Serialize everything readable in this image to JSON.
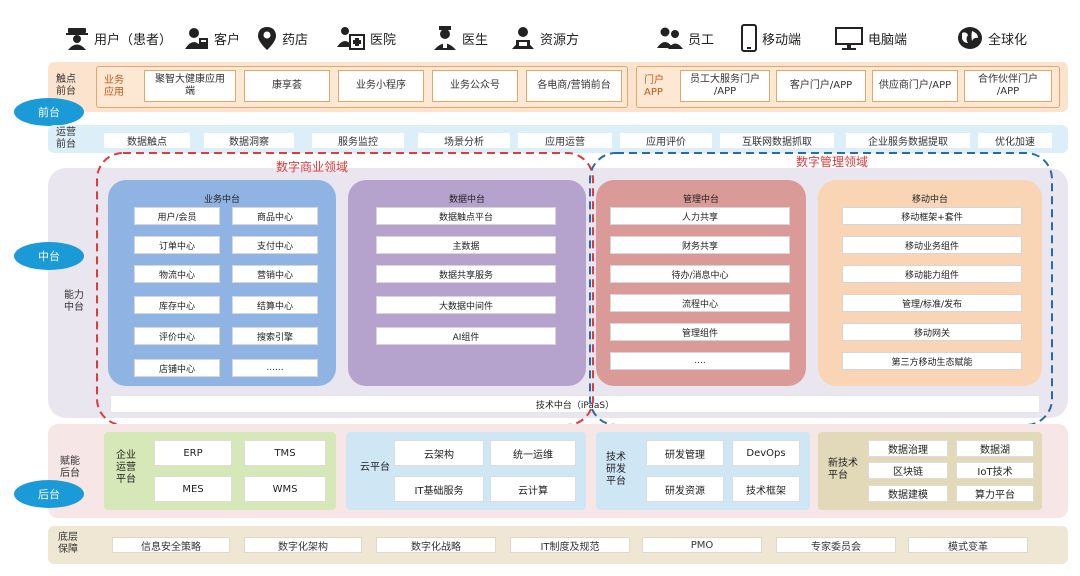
{
  "users": [
    {
      "icon": "customer-patient-icon",
      "label": "用户（患者）"
    },
    {
      "icon": "client-icon",
      "label": "客户"
    },
    {
      "icon": "pharmacy-location-icon",
      "label": "药店"
    },
    {
      "icon": "hospital-icon",
      "label": "医院"
    },
    {
      "icon": "doctor-icon",
      "label": "医生"
    },
    {
      "icon": "resource-provider-icon",
      "label": "资源方"
    },
    {
      "icon": "employee-icon",
      "label": "员工"
    },
    {
      "icon": "mobile-device-icon",
      "label": "移动端"
    },
    {
      "icon": "desktop-monitor-icon",
      "label": "电脑端"
    },
    {
      "icon": "globe-icon",
      "label": "全球化"
    }
  ],
  "touchpoint": {
    "label": "触点\n前台",
    "business_label": "业务\n应用",
    "business_apps": [
      "聚智大健康应用\n端",
      "康享荟",
      "业务小程序",
      "业务公众号",
      "各电商/营销前台"
    ],
    "portal_label": "门户\nAPP",
    "portal_apps": [
      "员工大服务门户\n/APP",
      "客户门户/APP",
      "供应商门户/APP",
      "合作伙伴门户\n/APP"
    ]
  },
  "ovals": {
    "front": "前台",
    "middle": "中台",
    "back": "后台"
  },
  "operations": {
    "label": "运营\n前台",
    "items": [
      "数据触点",
      "数据洞察",
      "服务监控",
      "场景分析",
      "应用运营",
      "应用评价",
      "互联网数据抓取",
      "企业服务数据提取",
      "优化加速"
    ]
  },
  "capability_label": "能力\n中台",
  "domains": {
    "business": "数字商业领域",
    "management": "数字管理领域"
  },
  "business_center": {
    "title": "业务中台",
    "left": [
      "用户/会员",
      "订单中心",
      "物流中心",
      "库存中心",
      "评价中心",
      "店铺中心"
    ],
    "right": [
      "商品中心",
      "支付中心",
      "营销中心",
      "结算中心",
      "搜索引擎",
      "......"
    ]
  },
  "data_center": {
    "title": "数据中台",
    "items": [
      "数据触点平台",
      "主数据",
      "数据共享服务",
      "大数据中间件",
      "AI组件"
    ]
  },
  "management_center": {
    "title": "管理中台",
    "items": [
      "人力共享",
      "财务共享",
      "待办/消息中心",
      "流程中心",
      "管理组件",
      "...."
    ]
  },
  "mobile_center": {
    "title": "移动中台",
    "items": [
      "移动框架+套件",
      "移动业务组件",
      "移动能力组件",
      "管理/标准/发布",
      "移动网关",
      "第三方移动生态赋能"
    ]
  },
  "tech_center": "技术中台（iPaaS）",
  "backend": {
    "label": "赋能\n后台",
    "enterprise": {
      "label": "企业\n运营\n平台",
      "items": [
        "ERP",
        "TMS",
        "MES",
        "WMS"
      ]
    },
    "cloud": {
      "label": "云平台",
      "items": [
        "云架构",
        "统一运维",
        "IT基础服务",
        "云计算"
      ]
    },
    "rnd": {
      "label": "技术\n研发\n平台",
      "items": [
        "研发管理",
        "DevOps",
        "研发资源",
        "技术框架"
      ]
    },
    "newtech": {
      "label": "新技术\n平台",
      "items": [
        "数据治理",
        "数据湖",
        "区块链",
        "IoT技术",
        "数据建模",
        "算力平台"
      ]
    }
  },
  "foundation": {
    "label": "底层\n保障",
    "items": [
      "信息安全策略",
      "数字化架构",
      "数字化战略",
      "IT制度及规范",
      "PMO",
      "专家委员会",
      "模式变革"
    ]
  },
  "colors": {
    "touch_band": "#fbe3cd",
    "ops_band": "#dceef8",
    "middle_band": "#e9e6f0",
    "back_band": "#f7e6e6",
    "foundation_band": "#efe7d3",
    "business_panel": "#8fb4e3",
    "data_panel": "#b5a2cd",
    "management_panel": "#d99a98",
    "mobile_panel": "#f9d5b5",
    "red_dash": "#e03a3a",
    "blue_dash": "#2a6aa7",
    "oval": "#1a9bd7"
  }
}
